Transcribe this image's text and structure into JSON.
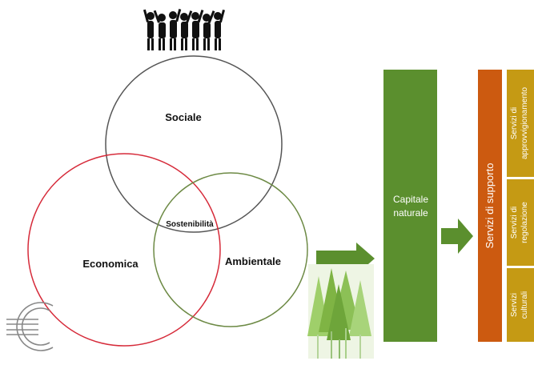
{
  "venn": {
    "social": "Sociale",
    "economic": "Economica",
    "environmental": "Ambientale",
    "center": "Sostenibilità"
  },
  "natural_capital": {
    "line1": "Capitale",
    "line2": "naturale"
  },
  "services": {
    "support": "Servizi di supporto",
    "provisioning": [
      "Servizi di",
      "approvvigionamento"
    ],
    "regulation": [
      "Servizi di",
      "regolazione"
    ],
    "cultural": [
      "Servizi",
      "culturali"
    ]
  },
  "icons": {
    "people": "people-group-icon",
    "euro": "euro-icon",
    "trees": "forest-icon",
    "arrows": "arrow-right-icon"
  },
  "colors": {
    "social_circle": "#555555",
    "economic_circle": "#d62b3a",
    "environmental_circle": "#6d8a45",
    "green_box": "#5b8f2e",
    "support_box": "#cc5a10",
    "service_box": "#c59a14"
  }
}
